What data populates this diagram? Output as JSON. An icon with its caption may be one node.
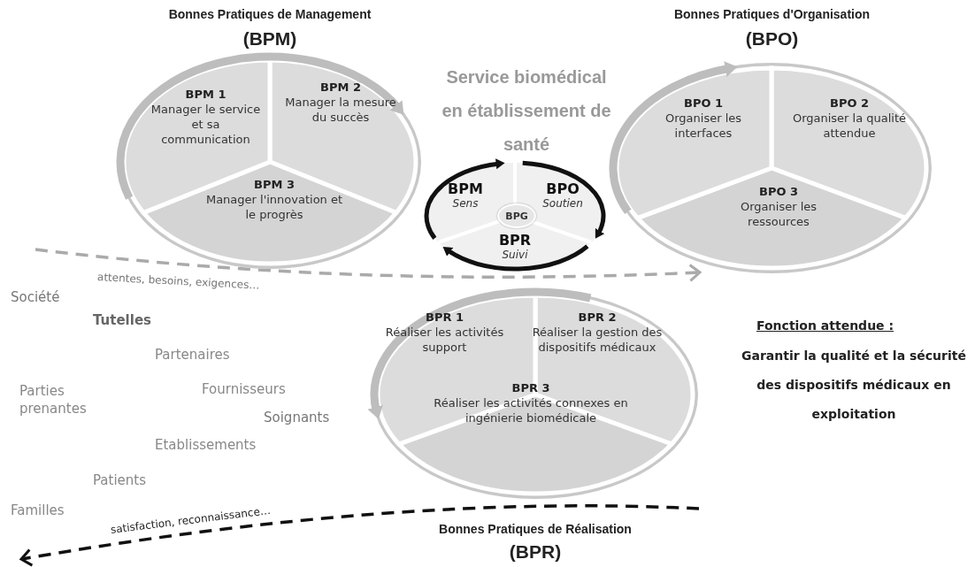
{
  "diagram": {
    "title": "Service biomédical en établissement de santé",
    "nodes": [
      {
        "text": [
          "Bonnes Pratiques de Management",
          "(BPM)"
        ]
      },
      {
        "text": [
          "BPM 1",
          "Manager le service et sa communication"
        ],
        "in": 0
      },
      {
        "text": [
          "BPM 2",
          "Manager la mesure du succès"
        ],
        "in": 0
      },
      {
        "text": [
          "BPM 3",
          "Manager l'innovation et le progrès"
        ],
        "in": 0
      },
      {
        "text": [
          "Bonnes Pratiques d'Organisation",
          "(BPO)"
        ]
      },
      {
        "text": [
          "BPO 1",
          "Organiser les interfaces"
        ],
        "in": 4
      },
      {
        "text": [
          "BPO 2",
          "Organiser la qualité attendue"
        ],
        "in": 4
      },
      {
        "text": [
          "BPO 3",
          "Organiser les ressources"
        ],
        "in": 4
      },
      {
        "text": [],
        "shape": "circle"
      },
      {
        "text": [
          "BPM",
          "Sens"
        ],
        "in": 8
      },
      {
        "text": [
          "BPO",
          "Soutien"
        ],
        "in": 8
      },
      {
        "text": [
          "BPR",
          "Suivi"
        ],
        "in": 8
      },
      {
        "text": [
          "BPG"
        ],
        "in": 8
      },
      {
        "text": [
          "Bonnes Pratiques de Réalisation",
          "(BPR)"
        ]
      },
      {
        "text": [
          "BPR 1",
          "Réaliser les activités support"
        ],
        "in": 13
      },
      {
        "text": [
          "BPR 2",
          "Réaliser la gestion des dispositifs médicaux"
        ],
        "in": 13
      },
      {
        "text": [
          "BPR 3",
          "Réaliser les activités connexes en ingénierie biomédicale"
        ],
        "in": 13
      }
    ],
    "edges": [
      {
        "from": null,
        "to": 4,
        "arrow": "to",
        "label": "attentes, besoins, exigences…",
        "style": "dashed",
        "color": "#aaaaaa"
      },
      {
        "from": 13,
        "to": null,
        "arrow": "to",
        "label": "satisfaction, reconnaissance…",
        "style": "dashed",
        "color": "#111111"
      }
    ],
    "labels": [
      "Société",
      "Tutelles",
      "Fonction attendue :",
      "Partenaires",
      "Garantir la qualité et la sécurité des dispositifs médicaux en exploitation",
      "Parties prenantes",
      "Fournisseurs",
      "Soignants",
      "Etablissements",
      "Patients",
      "Familles"
    ]
  }
}
